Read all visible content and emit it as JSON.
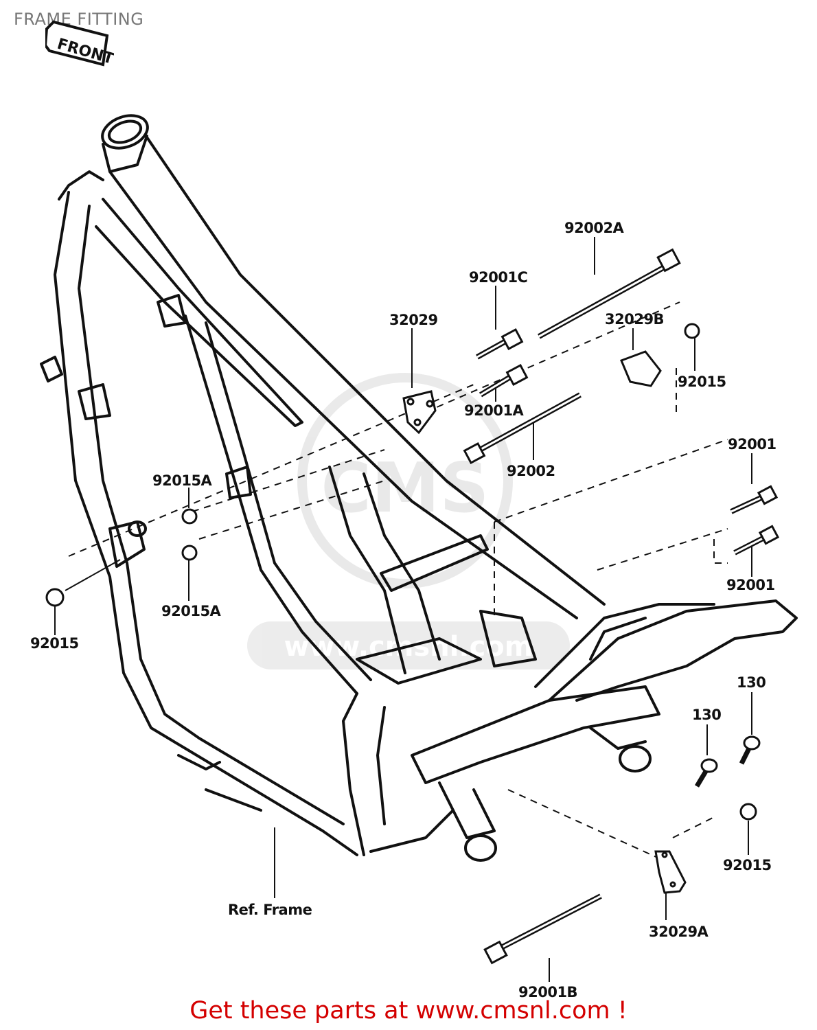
{
  "title": "FRAME FITTING",
  "front_tag": "FRONT",
  "watermark": "www.cmsnl.com",
  "labels": {
    "l_92002A": "92002A",
    "l_92001C": "92001C",
    "l_32029": "32029",
    "l_32029B": "32029B",
    "l_92015_top": "92015",
    "l_92001A": "92001A",
    "l_92002": "92002",
    "l_92001_a": "92001",
    "l_92001_b": "92001",
    "l_92015A_top": "92015A",
    "l_92015A_bot": "92015A",
    "l_92015_left": "92015",
    "l_130_a": "130",
    "l_130_b": "130",
    "l_92015_right": "92015",
    "l_32029A": "32029A",
    "l_ref_frame": "Ref. Frame",
    "l_92001B": "92001B"
  },
  "footer": "Get these parts at www.cmsnl.com !"
}
